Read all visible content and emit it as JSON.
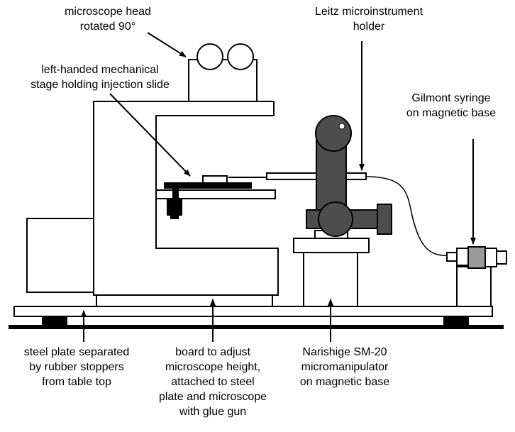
{
  "labels": {
    "microscope_head": "microscope head\nrotated 90°",
    "leitz_holder": "Leitz microinstrument\nholder",
    "mechanical_stage": "left-handed mechanical\nstage holding injection slide",
    "gilmont_syringe": "Gilmont syringe\non magnetic base",
    "steel_plate": "steel plate separated\nby rubber stoppers\nfrom table top",
    "board": "board to adjust\nmicroscope height,\nattached to steel\nplate and microscope\nwith glue gun",
    "narishige": "Narishige SM-20\nmicromanipulator\non magnetic base"
  },
  "colors": {
    "outline": "#000000",
    "manipulator_fill": "#4d4d4d",
    "syringe_fill": "#9a9a9a",
    "background": "#ffffff"
  }
}
